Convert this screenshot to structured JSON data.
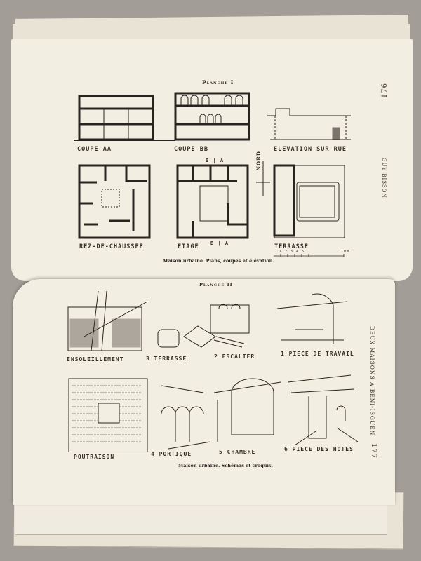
{
  "top_page": {
    "plate_title": "Planche I",
    "page_number": "176",
    "running_head": "GUY BISSON",
    "labels": {
      "coupe_aa": "COUPE AA",
      "coupe_bb": "COUPE BB",
      "elevation": "ELEVATION SUR RUE",
      "nord": "NORD",
      "section_mark_top": "B | A",
      "rez_de_chaussee": "REZ-DE-CHAUSSEE",
      "etage": "ETAGE",
      "section_mark_bottom": "B | A",
      "terrasse": "TERRASSE",
      "scale": "1 2 3 4 5",
      "scale_end": "10M"
    },
    "caption": "Maison urbaine. Plans, coupes et élévation."
  },
  "bottom_page": {
    "plate_title": "Planche II",
    "page_number": "177",
    "running_head": "DEUX MAISONS A BENI-ISGUEN",
    "labels": {
      "ensoleillement": "ENSOLEILLEMENT",
      "terrasse": "3 TERRASSE",
      "escalier": "2 ESCALIER",
      "piece_travail": "1 PIECE DE TRAVAIL",
      "poutraison": "POUTRAISON",
      "portique": "4 PORTIQUE",
      "chambre": "5 CHAMBRE",
      "piece_hotes": "6 PIECE DES HOTES"
    },
    "caption": "Maison urbaine. Schémas et croquis."
  },
  "colors": {
    "background": "#a29d97",
    "paper": "#f3eee2",
    "ink": "#2a2420"
  }
}
